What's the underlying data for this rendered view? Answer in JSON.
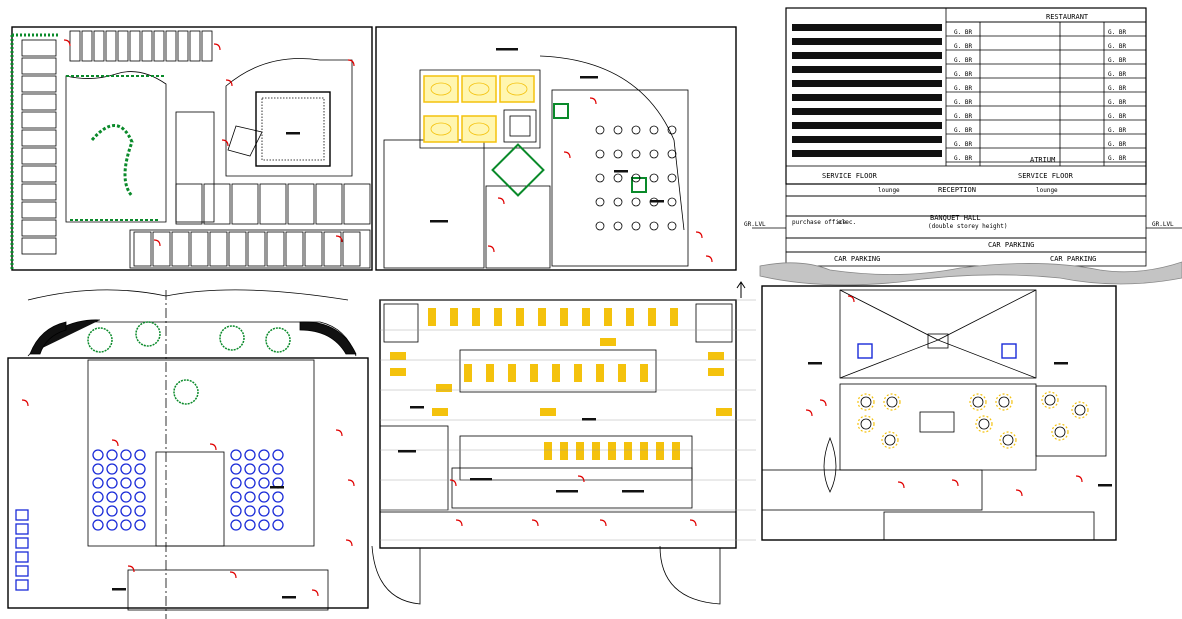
{
  "section": {
    "restaurant": "RESTAURANT",
    "service_floor_left": "SERVICE FLOOR",
    "service_floor_right": "SERVICE FLOOR",
    "lounge_left": "lounge",
    "reception": "RECEPTION",
    "lounge_right": "lounge",
    "banquet_hall": "BANQUET HALL",
    "banquet_note": "(double storey height)",
    "purchase_office": "purchase office",
    "elec": "elec.",
    "car_parking_mid": "CAR PARKING",
    "car_parking_left": "CAR PARKING",
    "car_parking_right": "CAR PARKING",
    "atrium": "ATRIUM",
    "gr_lvl_left": "GR.LVL",
    "gr_lvl_right": "GR.LVL",
    "guest_room": "G. BR"
  },
  "colors": {
    "line": "#000000",
    "red": "#e00000",
    "green": "#0a8a2a",
    "yellow": "#f4c20d",
    "blue": "#1a2bd8",
    "gray": "#b8b8b8"
  }
}
